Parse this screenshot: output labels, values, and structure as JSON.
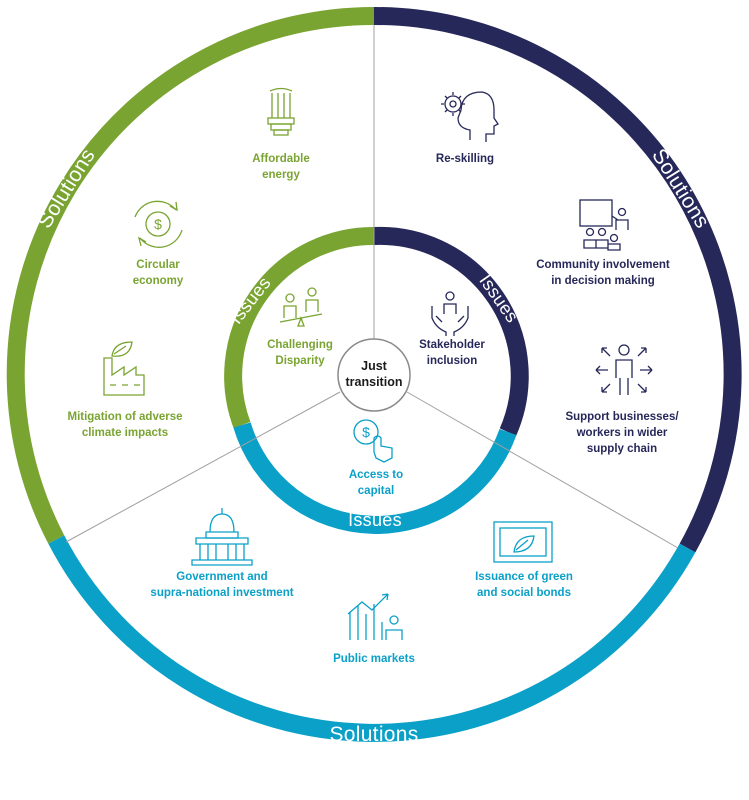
{
  "colors": {
    "green": "#7aa432",
    "navy": "#27285a",
    "blue": "#0aa0c8",
    "divider": "#a0a0a0"
  },
  "center": {
    "line1": "Just",
    "line2": "transition"
  },
  "outer_labels": {
    "green": "Solutions",
    "navy": "Solutions",
    "blue": "Solutions"
  },
  "inner_labels": {
    "green": "Issues",
    "navy": "Issues",
    "blue": "Issues"
  },
  "issues": {
    "green": {
      "line1": "Challenging",
      "line2": "Disparity",
      "icon": "people-scale-icon"
    },
    "navy": {
      "line1": "Stakeholder",
      "line2": "inclusion",
      "icon": "hands-person-icon"
    },
    "blue": {
      "line1": "Access to",
      "line2": "capital",
      "icon": "dollar-tap-icon"
    }
  },
  "solutions": {
    "green": [
      {
        "line1": "Affordable",
        "line2": "energy",
        "icon": "light-bulb-icon"
      },
      {
        "line1": "Circular",
        "line2": "economy",
        "icon": "dollar-cycle-icon"
      },
      {
        "line1": "Mitigation of adverse",
        "line2": "climate impacts",
        "icon": "factory-leaf-icon"
      }
    ],
    "navy": [
      {
        "line1": "Re-skilling",
        "line2": "",
        "icon": "gear-head-icon"
      },
      {
        "line1": "Community involvement",
        "line2": "in decision making",
        "icon": "presentation-audience-icon"
      },
      {
        "line1": "Support businesses/",
        "line2": "workers in wider",
        "line3": "supply chain",
        "icon": "person-arrows-icon"
      }
    ],
    "blue": [
      {
        "line1": "Government and",
        "line2": "supra-national investment",
        "icon": "capitol-building-icon"
      },
      {
        "line1": "Public markets",
        "line2": "",
        "icon": "chart-growth-icon"
      },
      {
        "line1": "Issuance of green",
        "line2": "and social bonds",
        "icon": "bond-certificate-icon"
      }
    ]
  }
}
